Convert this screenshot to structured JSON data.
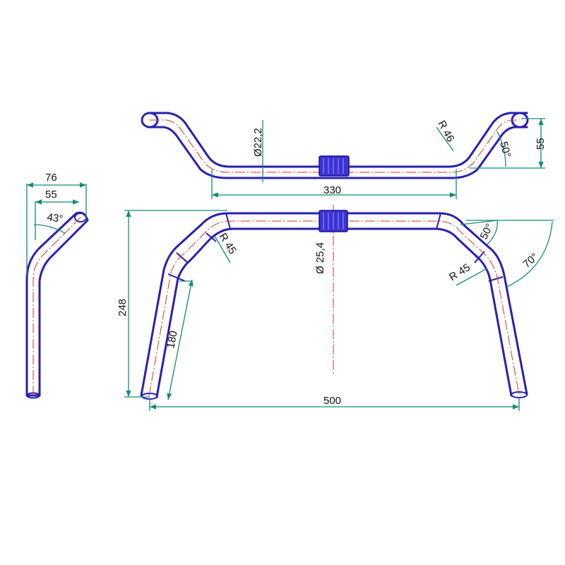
{
  "colors": {
    "tube": "#2a1fb0",
    "centerline": "#d23a2a",
    "dimension": "#148a78",
    "text": "#111111"
  },
  "side_view": {
    "width_overall": "76",
    "width_inner": "55",
    "angle": "43°"
  },
  "top_view": {
    "diameter": "Ø22,2",
    "radius": "R 46",
    "angle": "50°",
    "rise": "55",
    "center_width": "330"
  },
  "front_view": {
    "height": "248",
    "width": "500",
    "drop_length": "180",
    "radius_left": "R 45",
    "radius_right": "R 45",
    "clamp_diameter": "Ø 25,4",
    "angle_inner": "50°",
    "angle_outer": "70°"
  }
}
